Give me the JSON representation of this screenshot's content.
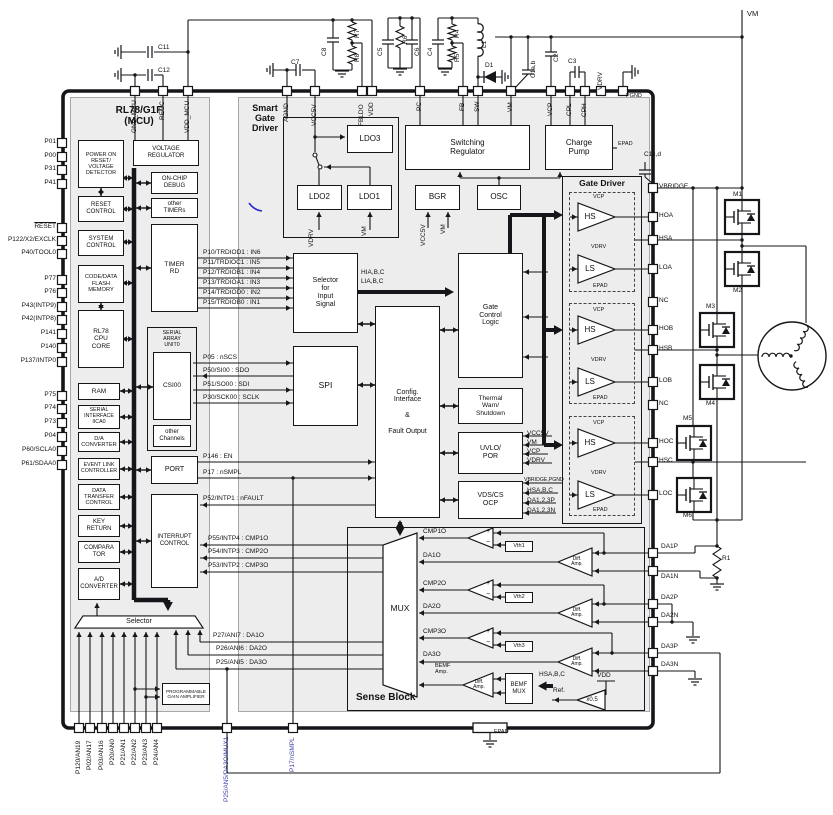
{
  "mcu": {
    "title": "RL78/G1F\n(MCU)",
    "por": "POWER ON\nRESET/\nVOLTAGE\nDETECTOR",
    "reset": "RESET\nCONTROL",
    "system": "SYSTEM\nCONTROL",
    "flash": "CODE/DATA\nFLASH\nMEMORY",
    "cpu": "RL78\nCPU\nCORE",
    "ram": "RAM",
    "iica": "SERIAL\nINTERFACE\nIICA0",
    "dac": "D/A\nCONVERTER",
    "elc": "EVENT LINK\nCONTROLLER",
    "dtc": "DATA\nTRANSFER\nCONTROL",
    "key": "KEY\nRETURN",
    "cmp": "COMPARA\nTOR",
    "adc": "A/D\nCONVERTER",
    "vreg": "VOLTAGE\nREGULATOR",
    "ocd": "ON-CHIP\nDEBUG",
    "timers": "other\nTIMERs",
    "trd": "TIMER\nRD",
    "sau": "SERIAL\nARRAY\nUNIT0",
    "csi": "CSI00",
    "channels": "other\nChannels",
    "port": "PORT",
    "intc": "INTERRUPT\nCONTROL",
    "selector": "Selector",
    "pga": "PROGRAMMABLE\nGAIN AMPLIFIER"
  },
  "sgd": {
    "title": "Smart\nGate\nDriver",
    "ldo3": "LDO3",
    "ldo2": "LDO2",
    "ldo1": "LDO1",
    "swreg": "Switching\nRegulator",
    "cp": "Charge\nPump",
    "bgr": "BGR",
    "osc": "OSC",
    "gatedriver": "Gate Driver",
    "hs": "HS",
    "ls": "LS",
    "selin": "Selector\nfor\nInput\nSignal",
    "gcl": "Gate\nControl\nLogic",
    "spi": "SPI",
    "cfg": "Config.\nInterface\n\n&\n\nFault Output",
    "thermal": "Thermal\nWarn/\nShutdown",
    "uvlo": "UVLO/\nPOR",
    "vds": "VDS/CS\nOCP",
    "sense": "Sense Block",
    "mux": "MUX",
    "vth1": "Vth1",
    "vth2": "Vth2",
    "vth3": "Vth3",
    "diff": "Diff.\nAmp.",
    "bemfmux": "BEMF\nMUX",
    "x05": "x0.5",
    "plus": "+",
    "minus": "−"
  },
  "pins": {
    "left": [
      "P01",
      "P00",
      "P31",
      "P41",
      "RESET",
      "P122/X2/EXCLK",
      "P40/TOOL0",
      "P77",
      "P76",
      "P43(INTP9)",
      "P42(INTP8)",
      "P141",
      "P140",
      "P137/INTP0",
      "P75",
      "P74",
      "P73",
      "P04",
      "P60/SCLA0",
      "P61/SDAA0"
    ],
    "top": [
      "GND_MCU",
      "REGC",
      "VDD_MCU",
      "AGND",
      "VCC5V",
      "FBLDO",
      "VDD",
      "PC",
      "FB",
      "SW",
      "VM",
      "VCP",
      "CPL",
      "CPH"
    ],
    "vdrv": "VDRV",
    "pgnd": "PGND",
    "right": [
      "VBRIDGE",
      "HOA",
      "HSA",
      "LOA",
      "NC",
      "HOB",
      "HSB",
      "LOB",
      "NC",
      "HOC",
      "HSC",
      "LOC"
    ],
    "right_da": [
      "DA1P",
      "DA1N",
      "DA2P",
      "DA2N",
      "DA3P",
      "DA3N"
    ],
    "bottom": [
      "P120/AN19",
      "P02/AN17",
      "P03/AN16",
      "P20/AN0",
      "P21/AN1",
      "P22/AN2",
      "P23/AN3",
      "P24/AN4"
    ],
    "bottom2": [
      "P25/AN5/DA3O/MUX1",
      "P17/nSMPL"
    ],
    "vm": "VM",
    "epad_pad": "EPAD"
  },
  "signals": [
    "P10/TRDIOD1 : IN6",
    "P11/TRDIOC1 : IN5",
    "P12/TRDIOB1 : IN4",
    "P13/TRDIOA1 : IN3",
    "P14/TRDIOD0 : IN2",
    "P15/TRDIOB0 : IN1",
    "P05 : nSCS",
    "P50/SI00 : SDO",
    "P51/SO00 : SDI",
    "P30/SCK00 : SCLK",
    "P146 : EN",
    "P17 : nSMPL",
    "P52/INTP1 : nFAULT",
    "P55/INTP4 : CMP1O",
    "P54/INTP3 : CMP2O",
    "P53/INTP2 : CMP3O",
    "P27/ANI7 : DA1O",
    "P26/ANI6 : DA2O",
    "P25/ANI5 : DA3O",
    "HIA,B,C",
    "LIA,B,C",
    "CMP1O",
    "DA1O",
    "CMP2O",
    "DA2O",
    "CMP3O",
    "DA3O",
    "BEMF\nAmp.",
    "HSA,B,C",
    "Ref.",
    "VDD",
    "VCC5V",
    "VM",
    "VCP",
    "VDRV",
    "VBRIDGE,PGND",
    "HSA,B,C",
    "DA1,2,3P",
    "DA1,2,3N",
    "VDRV",
    "VM",
    "VCC5V",
    "VM",
    "EPAD"
  ],
  "components": [
    "C11",
    "C12",
    "C7",
    "C8",
    "R7",
    "R8",
    "C5",
    "R6",
    "C6",
    "C4",
    "R4",
    "R5",
    "L1",
    "D1",
    "C1a,b",
    "C2",
    "C3",
    "C1c,d",
    "M1",
    "M2",
    "M3",
    "M4",
    "M5",
    "M6",
    "R1"
  ],
  "gd_labels": {
    "vcp": "VCP",
    "vdrv": "VDRV",
    "epad": "EPAD"
  },
  "colors": {
    "panel": "#ededed",
    "line": "#15151a",
    "blue_label": "#4343a8",
    "annotation": "#2b2bd0"
  }
}
